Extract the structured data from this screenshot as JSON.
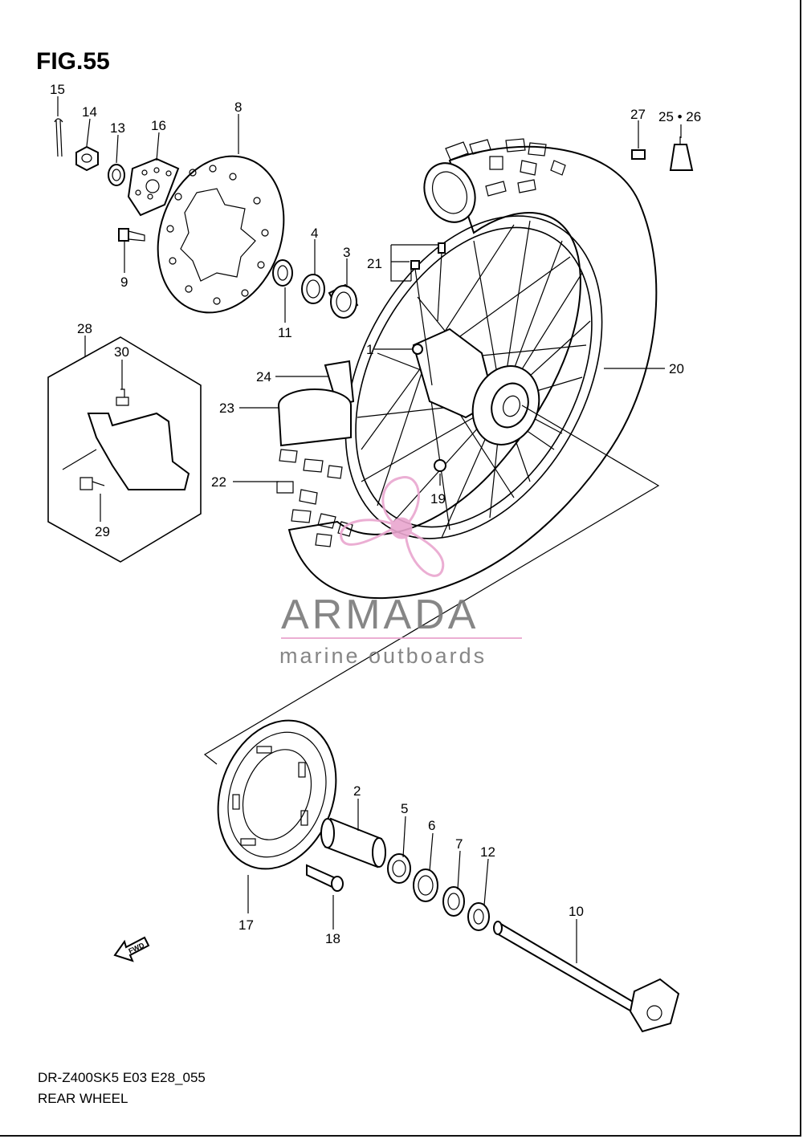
{
  "figure": {
    "title": "FIG.55",
    "model_code": "DR-Z400SK5 E03 E28_055",
    "section_name": "REAR WHEEL"
  },
  "watermark": {
    "brand": "ARMADA",
    "tagline": "marine outboards",
    "accent_color": "#e9a6cf",
    "text_color": "#7a7a7a"
  },
  "fwd_badge": {
    "label": "FWD"
  },
  "callouts": {
    "p1": "1",
    "p2": "2",
    "p3": "3",
    "p4": "4",
    "p5": "5",
    "p6": "6",
    "p7": "7",
    "p8": "8",
    "p9": "9",
    "p10": "10",
    "p11": "11",
    "p12": "12",
    "p13": "13",
    "p14": "14",
    "p15": "15",
    "p16": "16",
    "p17": "17",
    "p18": "18",
    "p19": "19",
    "p20": "20",
    "p21": "21",
    "p22": "22",
    "p23": "23",
    "p24": "24",
    "p2526": "25 • 26",
    "p27": "27",
    "p28": "28",
    "p29": "29",
    "p30": "30"
  }
}
